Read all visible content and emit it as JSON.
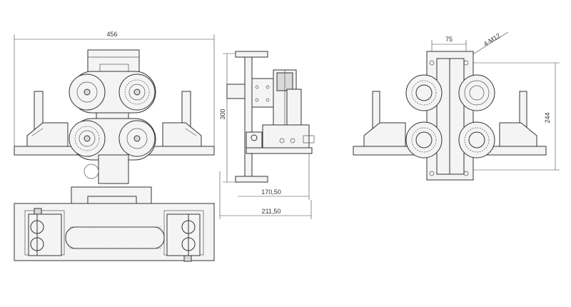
{
  "dimensions": {
    "front_width": "456",
    "side_height": "300",
    "side_depth_inner": "170,50",
    "side_depth_outer": "211,50",
    "rear_offset": "75",
    "rear_height": "244",
    "hole_spec": "4-M12"
  },
  "colors": {
    "line": "#333333",
    "fill_light": "#f4f4f4",
    "fill_dark": "#d9d9d9"
  }
}
